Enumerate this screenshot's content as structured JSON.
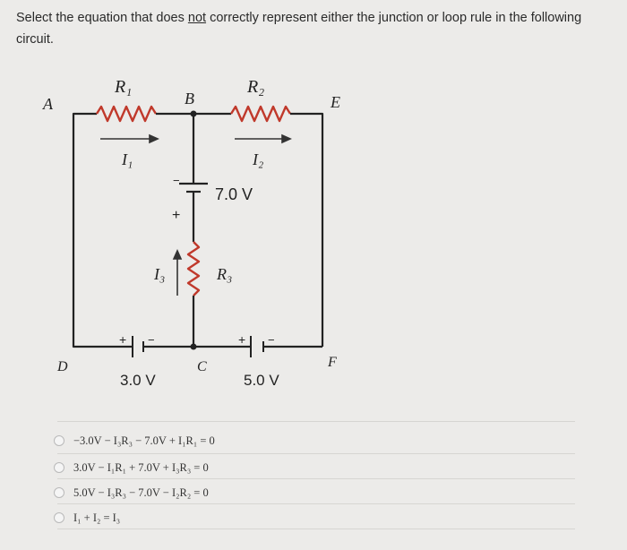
{
  "question": {
    "prefix": "Select the equation that does ",
    "emphasis": "not",
    "suffix": " correctly represent either the junction or loop rule in the following circuit."
  },
  "circuit": {
    "nodes": {
      "A": "A",
      "B": "B",
      "C": "C",
      "D": "D",
      "E": "E",
      "F": "F"
    },
    "r1": "R₁",
    "r2": "R₂",
    "r3": "R₃",
    "i1": "I₁",
    "i2": "I₂",
    "i3": "I₃",
    "battery_middle": "7.0 V",
    "battery_left": "3.0 V",
    "battery_right": "5.0 V",
    "plus": "+",
    "minus": "−"
  },
  "options": [
    "−3.0V − I₃R₃ − 7.0V + I₁R₁ = 0",
    "3.0V − I₁R₁ + 7.0V + I₃R₃ = 0",
    "5.0V − I₃R₃ − 7.0V − I₂R₂ = 0",
    "I₁ + I₂ = I₃"
  ]
}
